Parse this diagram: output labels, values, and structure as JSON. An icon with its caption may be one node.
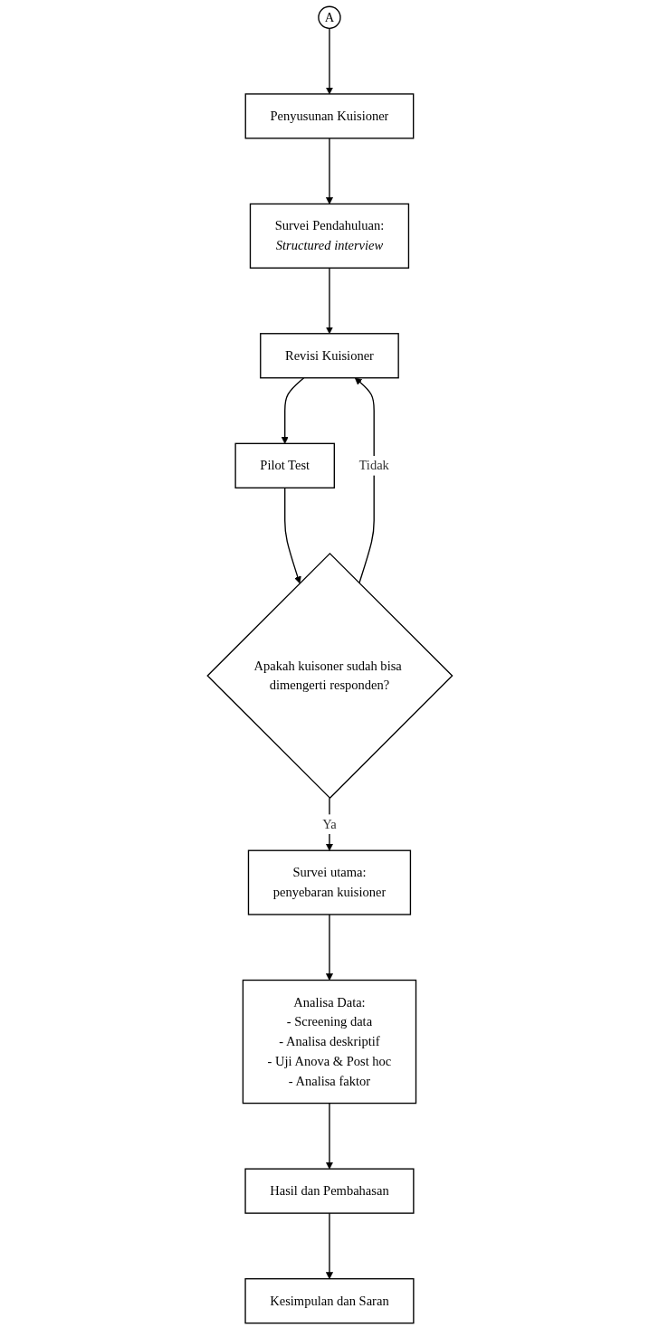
{
  "diagram": {
    "nodes": [
      {
        "text": [
          "A"
        ]
      },
      {
        "text": [
          "Penyusunan Kuisioner"
        ]
      },
      {
        "text": [
          "Survei Pendahuluan:",
          "Structured interview"
        ]
      },
      {
        "text": [
          "Revisi Kuisioner"
        ]
      },
      {
        "text": [
          "Pilot Test"
        ]
      },
      {
        "text": [
          "Apakah kuisoner sudah bisa dimengerti responden?"
        ]
      },
      {
        "text": [
          "Survei utama:",
          "penyebaran kuisioner"
        ]
      },
      {
        "text": [
          "Analisa Data:",
          "- Screening data",
          "- Analisa deskriptif",
          "- Uji Anova & Post hoc",
          "- Analisa faktor"
        ]
      },
      {
        "text": [
          "Hasil dan Pembahasan"
        ]
      },
      {
        "text": [
          "Kesimpulan dan Saran"
        ]
      }
    ],
    "edges": [
      {
        "from": 0,
        "to": 1,
        "arrow": "to"
      },
      {
        "from": 1,
        "to": 2,
        "arrow": "to"
      },
      {
        "from": 2,
        "to": 3,
        "arrow": "to"
      },
      {
        "from": 3,
        "to": 4,
        "arrow": "to"
      },
      {
        "from": 4,
        "to": 5,
        "arrow": "to"
      },
      {
        "from": 5,
        "to": 3,
        "arrow": "to",
        "label": "Tidak"
      },
      {
        "from": 5,
        "to": 6,
        "arrow": "to",
        "label": "Ya"
      },
      {
        "from": 6,
        "to": 7,
        "arrow": "to"
      },
      {
        "from": 7,
        "to": 8,
        "arrow": "to"
      },
      {
        "from": 8,
        "to": 9,
        "arrow": "to"
      }
    ]
  }
}
